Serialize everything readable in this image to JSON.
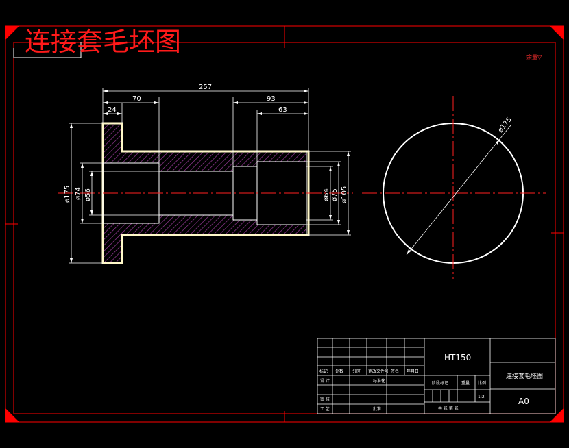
{
  "drawing_title": "连接套毛坯图",
  "roughness_note": "余量▽",
  "dimensions": {
    "overall_length": "257",
    "flange_to_bore": "70",
    "flange_width": "24",
    "right_counterbore_outer": "93",
    "right_counterbore": "63",
    "dia_flange": "ø175",
    "dia_74": "ø74",
    "dia_56": "ø56",
    "dia_64": "ø64",
    "dia_75": "ø75",
    "dia_105": "ø105",
    "side_view_dia": "ø175"
  },
  "title_block": {
    "material": "HT150",
    "part_name": "连接套毛坯图",
    "drawing_no": "A0",
    "scale": "1:2",
    "rev_headers": [
      "标记",
      "处数",
      "分区",
      "更改文件号",
      "签名",
      "年月日"
    ],
    "design_label": "设 计",
    "standardize_label": "标准化",
    "review_label": "审 核",
    "process_label": "工 艺",
    "approve_label": "批准",
    "stage_label": "阶段标记",
    "weight_label": "重量",
    "scale_label": "比例",
    "sheets_label": "共  张  第  张"
  },
  "colors": {
    "background": "#000000",
    "frame": "#ff0000",
    "outline": "#fffbe0",
    "hatch": "#8a2e8a",
    "dimension": "#ffffff"
  }
}
